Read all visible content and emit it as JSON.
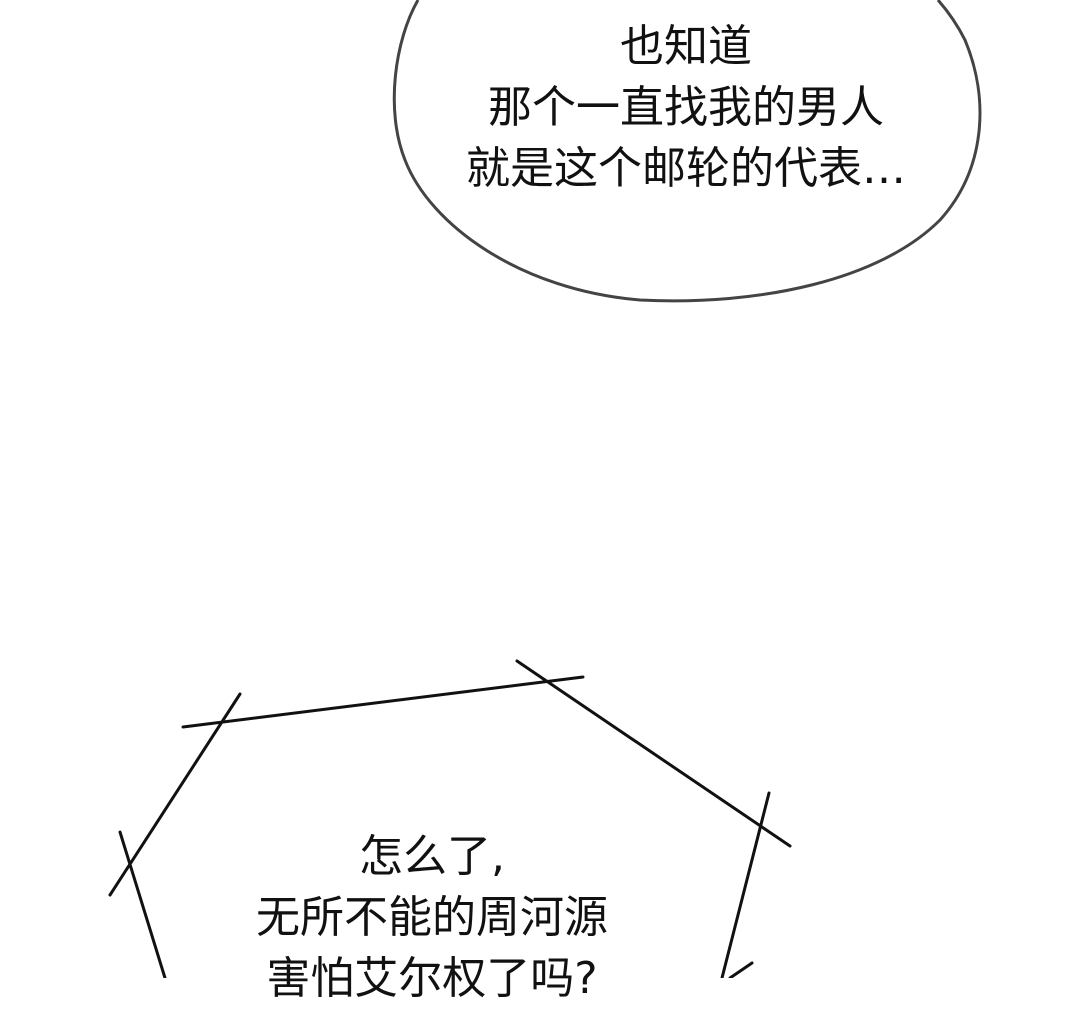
{
  "bubbles": [
    {
      "shape": "round",
      "lines": [
        "也知道",
        "那个一直找我的男人",
        "就是这个邮轮的代表…"
      ]
    },
    {
      "shape": "jagged",
      "lines": [
        "怎么了,",
        "无所不能的周河源",
        "害怕艾尔权了吗?"
      ]
    }
  ],
  "colors": {
    "background": "#ffffff",
    "ink": "#111111",
    "bubble_outline": "#444444"
  }
}
